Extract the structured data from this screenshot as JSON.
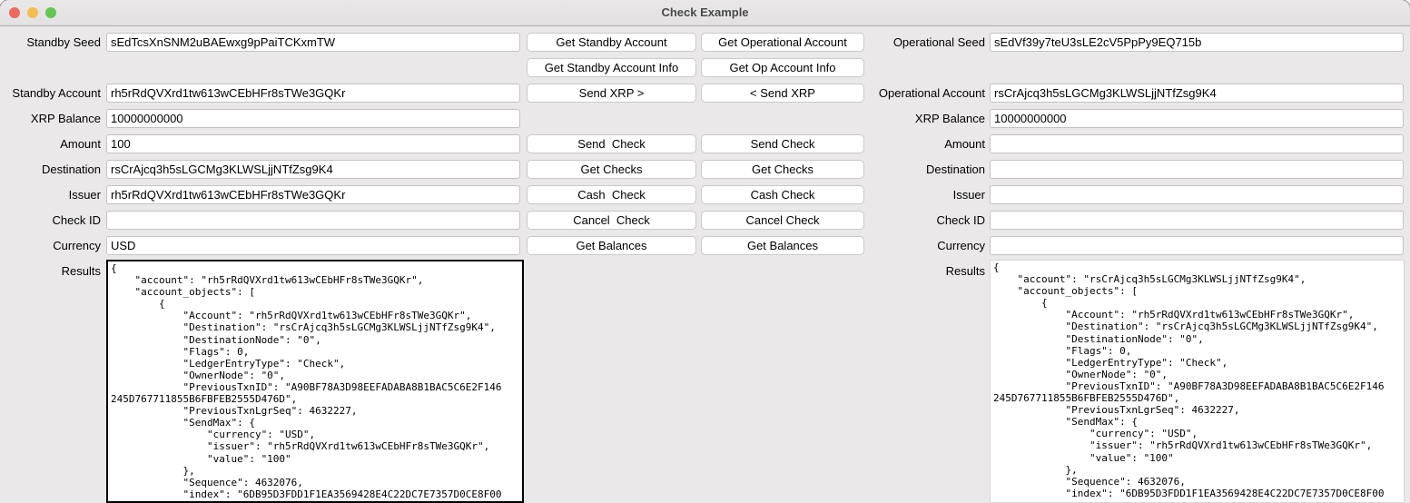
{
  "window": {
    "title": "Check Example",
    "traffic_lights": {
      "close": "#ee6a5f",
      "minimize": "#f5bd4f",
      "zoom": "#62c554"
    }
  },
  "standby": {
    "fields": [
      {
        "label": "Standby Seed",
        "value": "sEdTcsXnSNM2uBAEwxg9pPaiTCKxmTW"
      },
      {
        "label": "Standby Account",
        "value": "rh5rRdQVXrd1tw613wCEbHFr8sTWe3GQKr"
      },
      {
        "label": "XRP Balance",
        "value": "10000000000"
      },
      {
        "label": "Amount",
        "value": "100"
      },
      {
        "label": "Destination",
        "value": "rsCrAjcq3h5sLGCMg3KLWSLjjNTfZsg9K4"
      },
      {
        "label": "Issuer",
        "value": "rh5rRdQVXrd1tw613wCEbHFr8sTWe3GQKr"
      },
      {
        "label": "Check ID",
        "value": ""
      },
      {
        "label": "Currency",
        "value": "USD"
      }
    ],
    "results_label": "Results",
    "results": "{\n    \"account\": \"rh5rRdQVXrd1tw613wCEbHFr8sTWe3GQKr\",\n    \"account_objects\": [\n        {\n            \"Account\": \"rh5rRdQVXrd1tw613wCEbHFr8sTWe3GQKr\",\n            \"Destination\": \"rsCrAjcq3h5sLGCMg3KLWSLjjNTfZsg9K4\",\n            \"DestinationNode\": \"0\",\n            \"Flags\": 0,\n            \"LedgerEntryType\": \"Check\",\n            \"OwnerNode\": \"0\",\n            \"PreviousTxnID\": \"A90BF78A3D98EEFADABA8B1BAC5C6E2F146\n245D767711855B6FBFEB2555D476D\",\n            \"PreviousTxnLgrSeq\": 4632227,\n            \"SendMax\": {\n                \"currency\": \"USD\",\n                \"issuer\": \"rh5rRdQVXrd1tw613wCEbHFr8sTWe3GQKr\",\n                \"value\": \"100\"\n            },\n            \"Sequence\": 4632076,\n            \"index\": \"6DB95D3FDD1F1EA3569428E4C22DC7E7357D0CE8F00"
  },
  "operational": {
    "fields": [
      {
        "label": "Operational Seed",
        "value": "sEdVf39y7teU3sLE2cV5PpPy9EQ715b"
      },
      {
        "label": "Operational Account",
        "value": "rsCrAjcq3h5sLGCMg3KLWSLjjNTfZsg9K4"
      },
      {
        "label": "XRP Balance",
        "value": "10000000000"
      },
      {
        "label": "Amount",
        "value": ""
      },
      {
        "label": "Destination",
        "value": ""
      },
      {
        "label": "Issuer",
        "value": ""
      },
      {
        "label": "Check ID",
        "value": ""
      },
      {
        "label": "Currency",
        "value": ""
      }
    ],
    "results_label": "Results",
    "results": "{\n    \"account\": \"rsCrAjcq3h5sLGCMg3KLWSLjjNTfZsg9K4\",\n    \"account_objects\": [\n        {\n            \"Account\": \"rh5rRdQVXrd1tw613wCEbHFr8sTWe3GQKr\",\n            \"Destination\": \"rsCrAjcq3h5sLGCMg3KLWSLjjNTfZsg9K4\",\n            \"DestinationNode\": \"0\",\n            \"Flags\": 0,\n            \"LedgerEntryType\": \"Check\",\n            \"OwnerNode\": \"0\",\n            \"PreviousTxnID\": \"A90BF78A3D98EEFADABA8B1BAC5C6E2F146\n245D767711855B6FBFEB2555D476D\",\n            \"PreviousTxnLgrSeq\": 4632227,\n            \"SendMax\": {\n                \"currency\": \"USD\",\n                \"issuer\": \"rh5rRdQVXrd1tw613wCEbHFr8sTWe3GQKr\",\n                \"value\": \"100\"\n            },\n            \"Sequence\": 4632076,\n            \"index\": \"6DB95D3FDD1F1EA3569428E4C22DC7E7357D0CE8F00"
  },
  "buttons": {
    "standby": [
      "Get Standby Account",
      "Get Standby Account Info",
      "Send XRP >",
      "Send  Check",
      "Get Checks",
      "Cash  Check",
      "Cancel  Check",
      "Get Balances"
    ],
    "operational": [
      "Get Operational Account",
      "Get Op Account Info",
      "< Send XRP",
      "Send Check",
      "Get Checks",
      "Cash Check",
      "Cancel Check",
      "Get Balances"
    ]
  }
}
